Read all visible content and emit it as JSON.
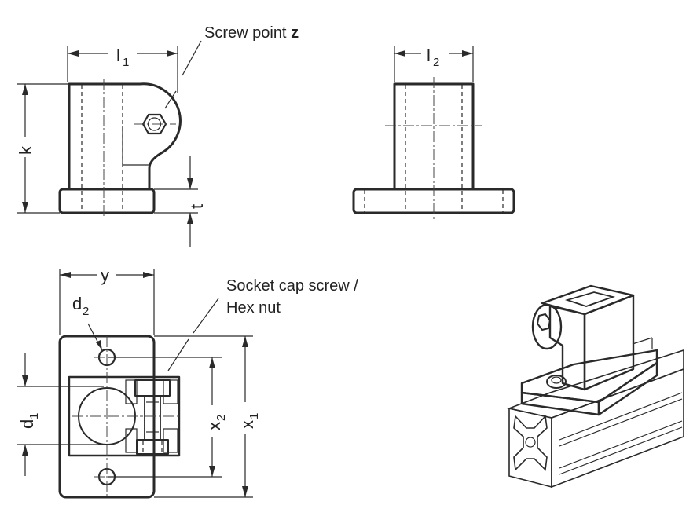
{
  "labels": {
    "l1": "l",
    "l1_sub": "1",
    "l2": "l",
    "l2_sub": "2",
    "k": "k",
    "t": "t",
    "y": "y",
    "d1": "d",
    "d1_sub": "1",
    "d2": "d",
    "d2_sub": "2",
    "x1": "x",
    "x1_sub": "1",
    "x2": "x",
    "x2_sub": "2"
  },
  "notes": {
    "screw_point_text": "Screw point ",
    "screw_point_bold": "z",
    "socket_line1": "Socket cap screw /",
    "socket_line2": "Hex nut"
  },
  "colors": {
    "line": "#2a2a2a",
    "background": "#ffffff"
  }
}
